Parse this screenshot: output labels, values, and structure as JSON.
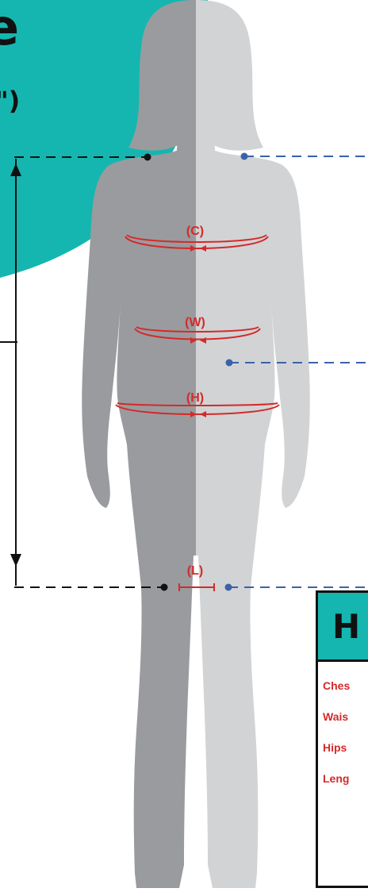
{
  "title": {
    "line1": "e",
    "line2": "\")"
  },
  "measure_labels": {
    "chest": "(C)",
    "waist": "(W)",
    "hips": "(H)",
    "length": "(L)"
  },
  "how_to": {
    "title": "H",
    "items": [
      "Ches",
      "Wais",
      "Hips",
      "Leng"
    ]
  },
  "colors": {
    "teal": "#15b6b0",
    "silhouette_dark": "#9a9b9e",
    "silhouette_light": "#d2d3d5",
    "measure_red": "#d42a2a",
    "guide_black": "#111111",
    "guide_blue": "#3a62a8"
  }
}
